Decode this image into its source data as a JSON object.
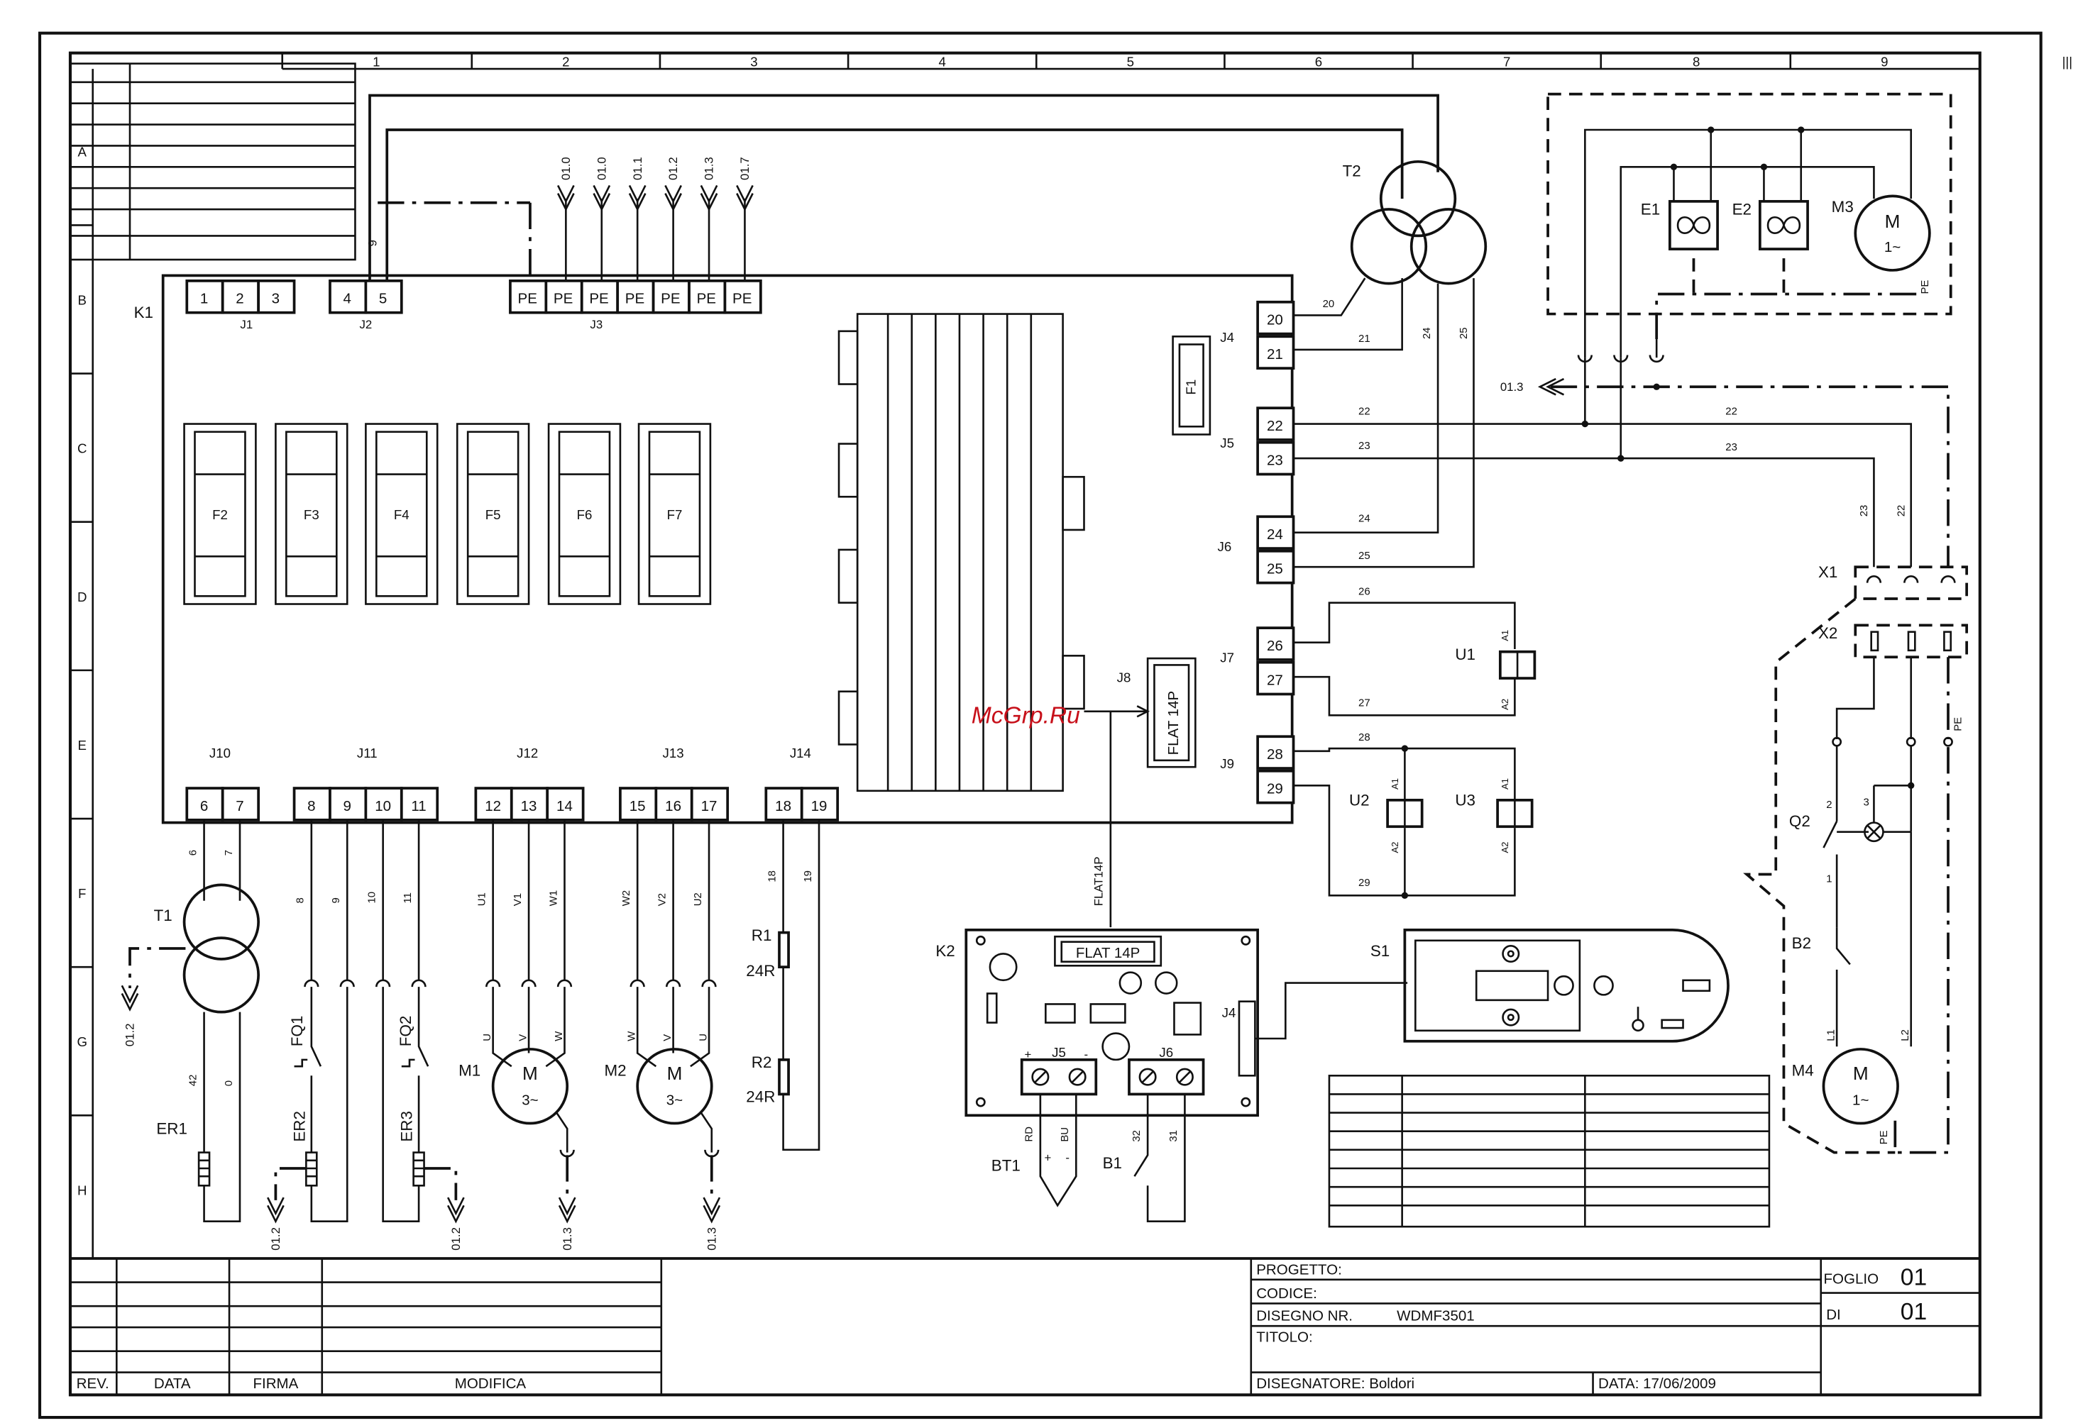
{
  "watermark": "McGrp.Ru",
  "columns": [
    "1",
    "2",
    "3",
    "4",
    "5",
    "6",
    "7",
    "8",
    "9"
  ],
  "rows": [
    "A",
    "B",
    "C",
    "D",
    "E",
    "F",
    "G",
    "H"
  ],
  "board": {
    "id": "K1",
    "connectors": [
      {
        "id": "J1",
        "pins": [
          "1",
          "2",
          "3"
        ]
      },
      {
        "id": "J2",
        "pins": [
          "4",
          "5"
        ]
      },
      {
        "id": "J3",
        "pins": [
          "PE",
          "PE",
          "PE",
          "PE",
          "PE",
          "PE",
          "PE"
        ]
      },
      {
        "id": "J4",
        "pins": [
          "20",
          "21"
        ]
      },
      {
        "id": "J5",
        "pins": [
          "22",
          "23"
        ]
      },
      {
        "id": "J6",
        "pins": [
          "24",
          "25"
        ]
      },
      {
        "id": "J7",
        "pins": [
          "26",
          "27"
        ]
      },
      {
        "id": "J8",
        "pins": [
          "FLAT 14P"
        ]
      },
      {
        "id": "J9",
        "pins": [
          "28",
          "29"
        ]
      },
      {
        "id": "J10",
        "pins": [
          "6",
          "7"
        ]
      },
      {
        "id": "J11",
        "pins": [
          "8",
          "9",
          "10",
          "11"
        ]
      },
      {
        "id": "J12",
        "pins": [
          "12",
          "13",
          "14"
        ]
      },
      {
        "id": "J13",
        "pins": [
          "15",
          "16",
          "17"
        ]
      },
      {
        "id": "J14",
        "pins": [
          "18",
          "19"
        ]
      }
    ],
    "fuses": [
      "F2",
      "F3",
      "F4",
      "F5",
      "F6",
      "F7"
    ],
    "fuse_f1": "F1"
  },
  "j3_labels": [
    "01.0",
    "01.0",
    "01.1",
    "01.2",
    "01.3",
    "01.7"
  ],
  "wire_labels": {
    "w_9": "9",
    "w20": "20",
    "w21": "21",
    "w24": "24",
    "w25": "25",
    "w22a": "22",
    "w23a": "23",
    "w22b": "22",
    "w23b": "23",
    "w24a": "24",
    "w25a": "25",
    "w26": "26",
    "w27": "27",
    "w28": "28",
    "w29": "29",
    "w23v": "23",
    "w22v": "22",
    "w6": "6",
    "w7": "7",
    "w42": "42",
    "w0": "0",
    "w8": "8",
    "w9b": "9",
    "w10": "10",
    "w11": "11",
    "wU1": "U1",
    "wV1": "V1",
    "wW1": "W1",
    "wW2": "W2",
    "wV2": "V2",
    "wU2": "U2",
    "w18": "18",
    "w19": "19",
    "wRD": "RD",
    "wBU": "BU",
    "w32": "32",
    "w31": "31",
    "wflat": "FLAT14P",
    "wL1": "L1",
    "wL2": "L2",
    "wPE4": "PE",
    "wPEx": "PE",
    "wPE3": "PE",
    "q2_2": "2",
    "q2_3": "3",
    "q2_1": "1",
    "bt_plus": "+",
    "bt_minus": "-",
    "j5_plus": "+",
    "j5_minus": "-"
  },
  "motor_pins": {
    "u": "U",
    "v": "V",
    "w": "W",
    "w2": "W",
    "v2": "V",
    "u2": "U"
  },
  "components": {
    "T1": "T1",
    "T2": "T2",
    "ER1": "ER1",
    "ER2": "ER2",
    "ER3": "ER3",
    "FQ1": "FQ1",
    "FQ2": "FQ2",
    "M1": "M1",
    "M2": "M2",
    "motor_m": "M",
    "motor_3": "3~",
    "motor_m2": "M",
    "motor_3b": "3~",
    "R1": "R1",
    "R1v": "24R",
    "R2": "R2",
    "R2v": "24R",
    "K2": "K2",
    "K2_flat": "FLAT 14P",
    "K2_J5": "J5",
    "K2_J6": "J6",
    "K2_J4": "J4",
    "BT1": "BT1",
    "B1": "B1",
    "S1": "S1",
    "U1": "U1",
    "U2": "U2",
    "U3": "U3",
    "A1a": "A1",
    "A2a": "A2",
    "A1b": "A1",
    "A2b": "A2",
    "A1c": "A1",
    "A2c": "A2",
    "E1": "E1",
    "E2": "E2",
    "M3": "M3",
    "M3m": "M",
    "M3ph": "1~",
    "M3pe": "PE",
    "X1": "X1",
    "X2": "X2",
    "Q2": "Q2",
    "B2": "B2",
    "M4": "M4",
    "M4m": "M",
    "M4ph": "1~",
    "o13": "01.3",
    "d012a": "01.2",
    "d012b": "01.2",
    "d012c": "01.2",
    "d013a": "01.3",
    "d013b": "01.3"
  },
  "title_block": {
    "progetto": "PROGETTO:",
    "codice": "CODICE:",
    "disegno_label": "DISEGNO NR.",
    "disegno_value": "WDMF3501",
    "titolo": "TITOLO:",
    "disegnatore": "DISEGNATORE: Boldori",
    "data": "DATA:  17/06/2009",
    "foglio_label": "FOGLIO",
    "foglio_value": "01",
    "di_label": "DI",
    "di_value": "01"
  },
  "rev_table": {
    "rev": "REV.",
    "data": "DATA",
    "firma": "FIRMA",
    "modifica": "MODIFICA"
  }
}
